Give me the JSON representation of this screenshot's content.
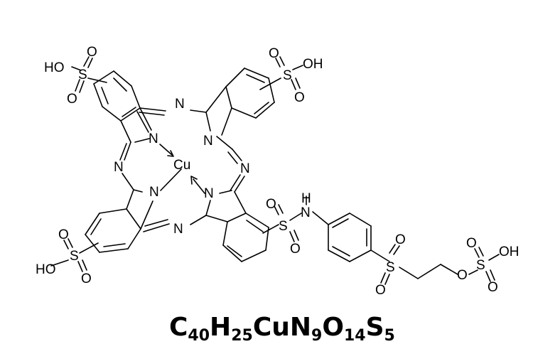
{
  "diagram": {
    "type": "chemical-structure",
    "atom_labels": {
      "metal": "Cu",
      "nitrogen": "N",
      "hydrogen": "H",
      "sulfur": "S",
      "oxygen": "O",
      "hydroxyl": "OH",
      "hydroxyl_left": "HO"
    },
    "formula": {
      "parts": [
        "C",
        "40",
        "H",
        "25",
        "Cu",
        "N",
        "9",
        "O",
        "14",
        "S",
        "5"
      ]
    }
  }
}
